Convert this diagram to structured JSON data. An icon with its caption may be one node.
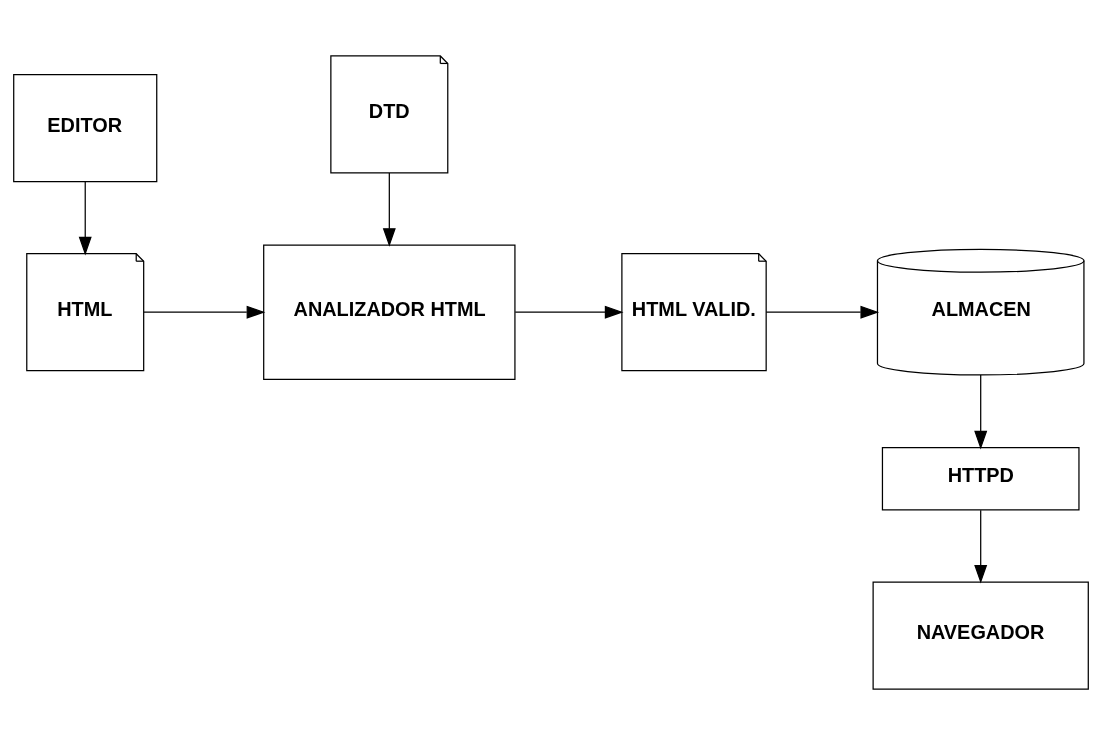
{
  "diagram": {
    "nodes": [
      {
        "text": [
          "EDITOR"
        ]
      },
      {
        "text": [
          "DTD"
        ]
      },
      {
        "text": [
          "HTML"
        ]
      },
      {
        "text": [
          "ANALIZADOR HTML"
        ]
      },
      {
        "text": [
          "HTML VALID."
        ]
      },
      {
        "text": [
          "ALMACEN"
        ]
      },
      {
        "text": [
          "HTTPD"
        ]
      },
      {
        "text": [
          "NAVEGADOR"
        ]
      }
    ],
    "edges": [
      {
        "from": 0,
        "to": 2,
        "arrow": "to"
      },
      {
        "from": 1,
        "to": 3,
        "arrow": "to"
      },
      {
        "from": 2,
        "to": 3,
        "arrow": "to"
      },
      {
        "from": 3,
        "to": 4,
        "arrow": "to"
      },
      {
        "from": 4,
        "to": 5,
        "arrow": "to"
      },
      {
        "from": 5,
        "to": 6,
        "arrow": "to"
      },
      {
        "from": 6,
        "to": 7,
        "arrow": "to"
      }
    ]
  }
}
